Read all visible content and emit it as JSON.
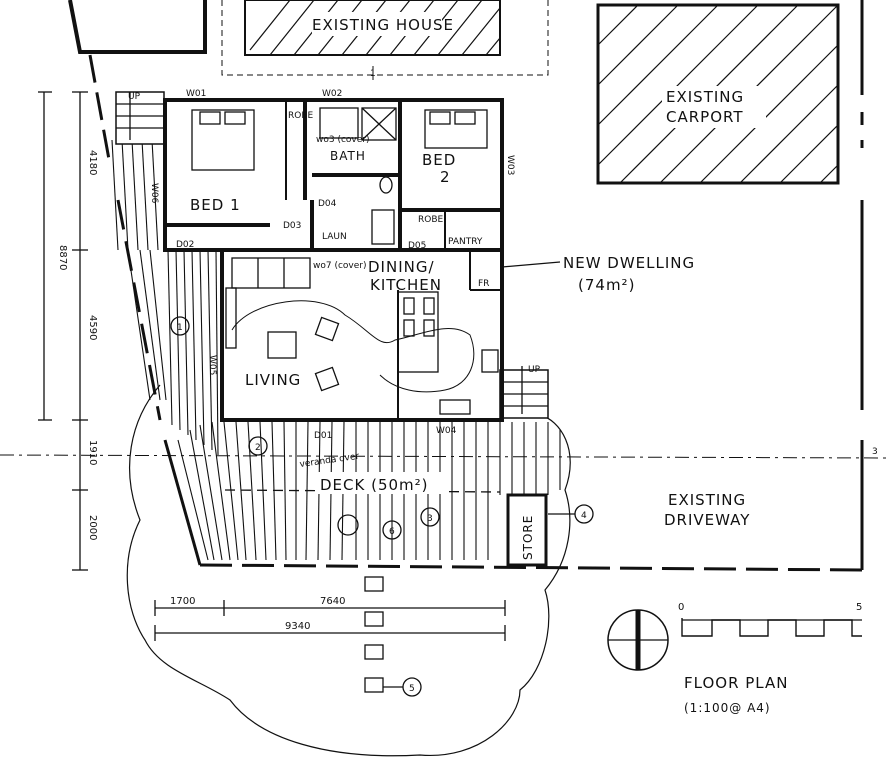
{
  "existing": {
    "house": "EXISTING HOUSE",
    "carport_line1": "EXISTING",
    "carport_line2": "CARPORT",
    "driveway_line1": "EXISTING",
    "driveway_line2": "DRIVEWAY"
  },
  "rooms": {
    "bed1": "BED 1",
    "bed2_line1": "BED",
    "bed2_line2": "2",
    "bath": "BATH",
    "laun": "LAUN",
    "pantry": "PANTRY",
    "robe1": "ROBE",
    "robe2": "ROBE",
    "fr": "FR",
    "dining_line1": "DINING/",
    "dining_line2": "KITCHEN",
    "living": "LIVING",
    "store": "STORE",
    "deck": "DECK (50m²)"
  },
  "annotations": {
    "new_dwelling_line1": "NEW DWELLING",
    "new_dwelling_line2": "(74m²)",
    "veranda": "veranda over",
    "wo3_cover": "wo3 (cover)",
    "wo7_cover": "wo7 (cover)",
    "up1": "UP",
    "up2": "UP",
    "title_line1": "FLOOR PLAN",
    "title_line2": "(1:100@ A4)",
    "marker_1": "1",
    "marker_3r": "3"
  },
  "tags": {
    "w01": "W01",
    "w02": "W02",
    "w03": "W03",
    "w04": "W04",
    "w05": "W05",
    "w06": "W06",
    "d01": "D01",
    "d02": "D02",
    "d03": "D03",
    "d04": "D04",
    "d05": "D05"
  },
  "circled": [
    "1",
    "2",
    "3",
    "4",
    "5",
    "6"
  ],
  "dimensions": {
    "v_total": "8870",
    "v_4180": "4180",
    "v_4590": "4590",
    "v_1910": "1910",
    "v_2000": "2000",
    "h_1700": "1700",
    "h_7640": "7640",
    "h_9340": "9340"
  },
  "scale": {
    "start": "0",
    "end": "5"
  }
}
